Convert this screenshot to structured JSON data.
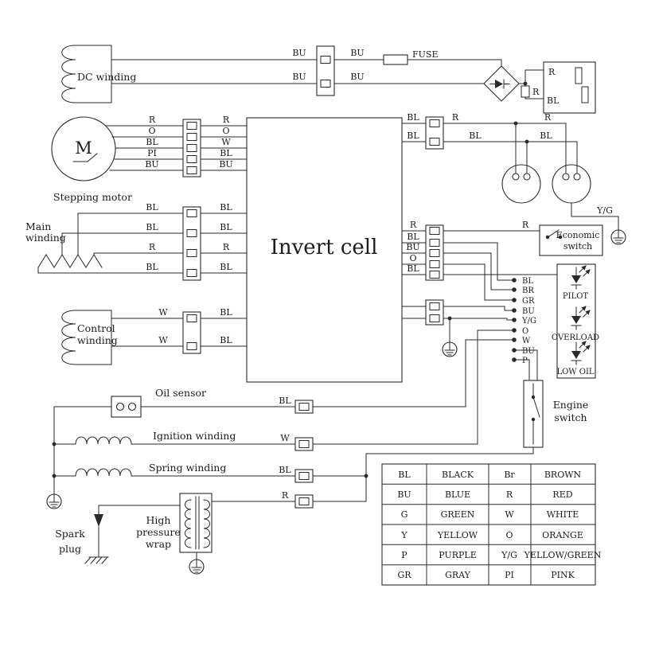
{
  "labels": {
    "invert_cell": "Invert cell",
    "dc_winding": "DC winding",
    "stepping_motor": "Stepping motor",
    "motor_symbol": "M",
    "main_1": "Main",
    "main_2": "winding",
    "control_1": "Control",
    "control_2": "winding",
    "fuse": "FUSE",
    "economic_1": "Economic",
    "economic_2": "switch",
    "engine_1": "Engine",
    "engine_2": "switch",
    "oil_sensor": "Oil sensor",
    "ignition_winding": "Ignition winding",
    "spring_winding": "Spring winding",
    "hp_1": "High",
    "hp_2": "pressure",
    "hp_3": "wrap",
    "spark_1": "Spark",
    "spark_2": "plug",
    "pilot": "PILOT",
    "overload": "OVERLOAD",
    "low_oil": "LOW OIL",
    "yg": "Y/G"
  },
  "wires": {
    "dc": [
      "BU",
      "BU",
      "BU",
      "BU"
    ],
    "bridge_r": "R",
    "outlet_r": "R",
    "outlet_bl": "BL",
    "motor_in": [
      "R",
      "O",
      "BL",
      "PI",
      "BU"
    ],
    "motor_out": [
      "R",
      "O",
      "W",
      "BL",
      "BU"
    ],
    "main_in": [
      "BL",
      "BL",
      "R",
      "BL"
    ],
    "main_out": [
      "BL",
      "BL",
      "R",
      "BL"
    ],
    "ctl_in": [
      "W",
      "W"
    ],
    "ctl_out": [
      "BL",
      "BL"
    ],
    "ac_in": [
      "BL",
      "BL"
    ],
    "ac_out_r": "R",
    "ac_out_bl": "BL",
    "sock_r": "R",
    "sock_bl": "BL",
    "econ_r": "R",
    "sig": [
      "R",
      "BL",
      "BU",
      "O",
      "BL"
    ],
    "term": [
      "BL",
      "BR",
      "GR",
      "BU",
      "Y/G",
      "O",
      "W",
      "BU",
      "P"
    ],
    "oil": "BL",
    "ign": "W",
    "spring": "BL",
    "hp": "R"
  },
  "legend": {
    "rows": [
      [
        "BL",
        "BLACK",
        "Br",
        "BROWN"
      ],
      [
        "BU",
        "BLUE",
        "R",
        "RED"
      ],
      [
        "G",
        "GREEN",
        "W",
        "WHITE"
      ],
      [
        "Y",
        "YELLOW",
        "O",
        "ORANGE"
      ],
      [
        "P",
        "PURPLE",
        "Y/G",
        "YELLOW/GREEN"
      ],
      [
        "GR",
        "GRAY",
        "PI",
        "PINK"
      ]
    ]
  }
}
